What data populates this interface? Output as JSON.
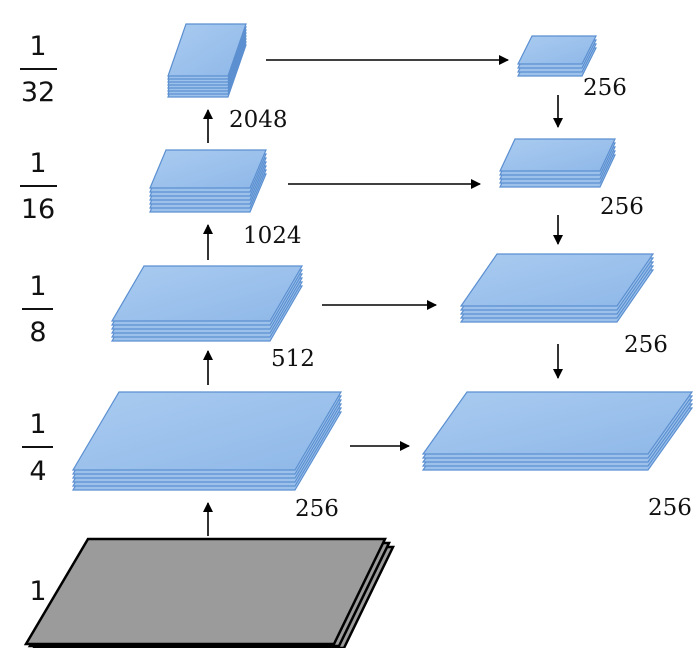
{
  "colors": {
    "feature_face": "#9cc2ec",
    "feature_face_light": "#bcd6f3",
    "feature_edge": "#5b8fd0",
    "input_face": "#9b9b9b",
    "input_edge": "#000000",
    "arrow": "#000000",
    "background": "#ffffff"
  },
  "scales": {
    "input": "1",
    "level_4": {
      "numerator": "1",
      "denominator": "4"
    },
    "level_8": {
      "numerator": "1",
      "denominator": "8"
    },
    "level_16": {
      "numerator": "1",
      "denominator": "16"
    },
    "level_32": {
      "numerator": "1",
      "denominator": "32"
    }
  },
  "backbone": {
    "level_4_channels": "256",
    "level_8_channels": "512",
    "level_16_channels": "1024",
    "level_32_channels": "2048"
  },
  "pyramid": {
    "level_4_channels": "256",
    "level_8_channels": "256",
    "level_16_channels": "256",
    "level_32_channels": "256"
  }
}
